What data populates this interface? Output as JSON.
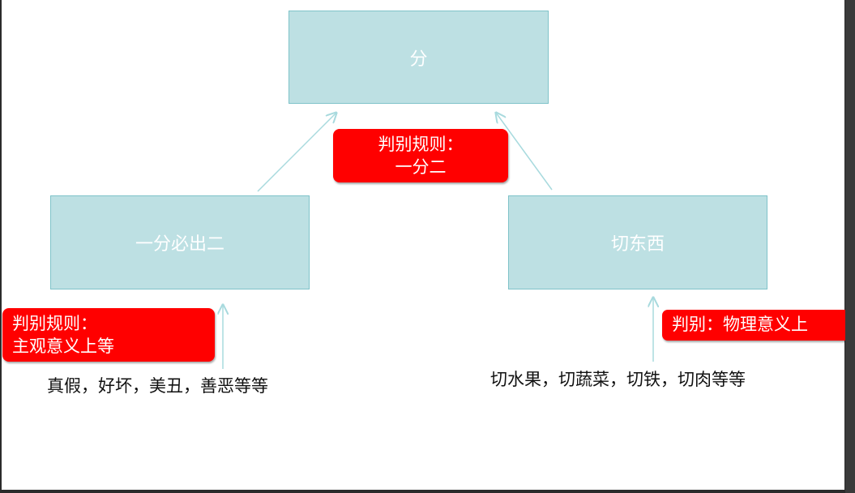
{
  "nodes": {
    "top": "分",
    "left": "一分必出二",
    "right": "切东西"
  },
  "callouts": {
    "center": {
      "line1": "判别规则：",
      "line2": "一分二"
    },
    "left": {
      "line1": "判别规则：",
      "line2": "主观意义上等"
    },
    "right": {
      "line1": "判别：物理意义上"
    }
  },
  "captions": {
    "left": "真假，好坏，美丑，善恶等等",
    "right": "切水果，切蔬菜，切铁，切肉等等"
  },
  "colors": {
    "node_fill": "#bde0e3",
    "node_border": "#7fc3c9",
    "callout_fill": "#ff0000",
    "arrow": "#a8dade"
  }
}
